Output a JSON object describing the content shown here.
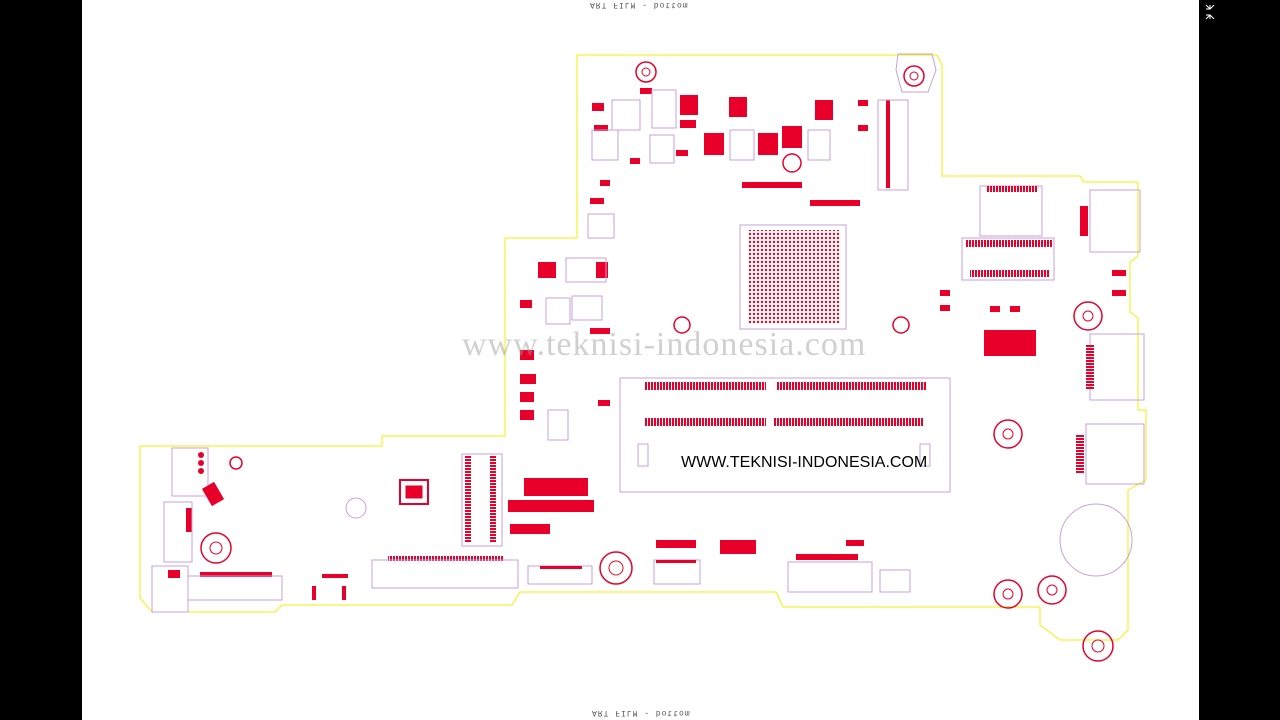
{
  "film_label_top": "ART FILM - bottom",
  "film_label_bottom": "ART FILM - bottom",
  "watermark": "www.teknisi-indonesia.com",
  "site_url": "WWW.TEKNISI-INDONESIA.COM",
  "icons": {
    "fullscreen": "fullscreen-toggle-icon"
  },
  "colors": {
    "outline": "#f2f200",
    "component": "#e8002a",
    "silkscreen": "#c8a0d8",
    "background": "#ffffff",
    "frame": "#000000"
  }
}
